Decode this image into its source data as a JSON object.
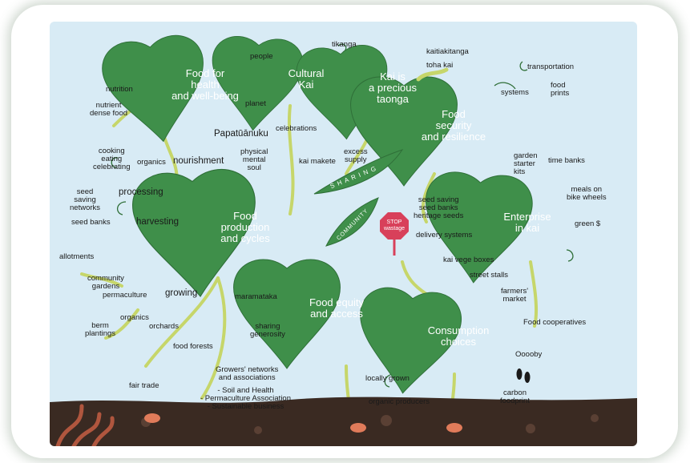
{
  "leaves": {
    "food_health": "Food for\nhealth\nand well-being",
    "cultural_kai": "Cultural\nKai",
    "kai_precious": "Kai is\na precious\ntaonga",
    "food_security": "Food\nsecurity\nand resilience",
    "food_production": "Food\nproduction\nand cycles",
    "enterprise": "Enterprise\nin kai",
    "food_equity": "Food equity\nand access",
    "consumption": "Consumption\nchoices"
  },
  "pods": {
    "sharing": "S H A R I N G",
    "community": "COMMUNITY",
    "stop_sign": "STOP\nwastage"
  },
  "labels": {
    "people": "people",
    "tikanga": "tikanga",
    "kaitiakitanga": "kaitiakitanga",
    "toha_kai": "toha kai",
    "transportation": "transportation",
    "systems": "systems",
    "food_prints": "food\nprints",
    "nutrition": "nutrition",
    "nutrient_dense": "nutrient\ndense food",
    "planet": "planet",
    "papatuanuku": "Papatūānuku",
    "celebrations": "celebrations",
    "cooking": "cooking\neating\ncelebrating",
    "organics_top": "organics",
    "nourishment": "nourishment",
    "physical": "physical\nmental\nsoul",
    "kai_makete": "kai makete",
    "excess_supply": "excess\nsupply",
    "garden_starter": "garden\nstarter\nkits",
    "time_banks": "time banks",
    "seed_saving_networks": "seed\nsaving\nnetworks",
    "processing": "processing",
    "seed_banks_left": "seed banks",
    "harvesting": "harvesting",
    "seed_saving_right": "seed saving\nseed banks\nheritage seeds",
    "meals_on_wheels": "meals on\nbike wheels",
    "green_dollar": "green $",
    "delivery": "delivery systems",
    "allotments": "allotments",
    "community_gardens": "community\ngardens",
    "kai_vege": "kai vege boxes",
    "permaculture": "permaculture",
    "growing": "growing",
    "maramataka": "maramataka",
    "street_stalls": "street stalls",
    "farmers_market": "farmers'\nmarket",
    "organics_low": "organics",
    "berm": "berm\nplantings",
    "orchards": "orchards",
    "sharing_generosity": "sharing\ngenerosity",
    "food_coops": "Food cooperatives",
    "food_forests": "food forests",
    "ooby": "Ooooby",
    "growers": "Growers' networks\nand associations",
    "locally_grown": "locally grown",
    "fair_trade": "fair trade",
    "carbon": "carbon\nfoodprint",
    "soil_health": "- Soil and Health\n- Permaculture Association\n- Sustainable business",
    "organic_producers": "organic producers"
  },
  "colors": {
    "sky": "#d8ebf5",
    "leaf": "#3f8f4a",
    "leaf_dark": "#2f6f38",
    "stem": "#c6d66a",
    "soil": "#3a2a22",
    "stop": "#d8405a"
  }
}
